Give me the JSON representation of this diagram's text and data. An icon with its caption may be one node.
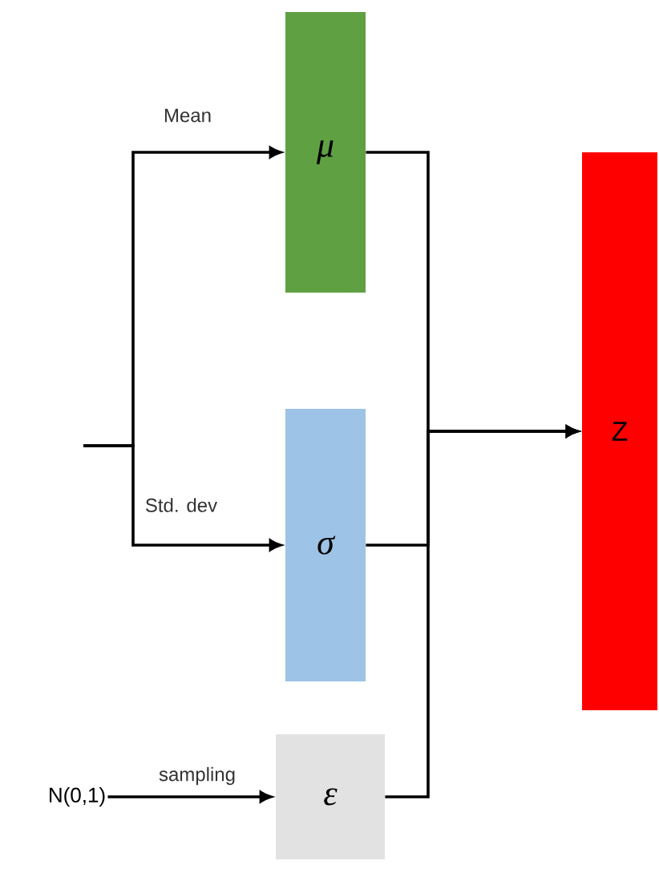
{
  "diagram": {
    "nodes": [
      {
        "text": [
          "μ"
        ]
      },
      {
        "text": [
          "σ"
        ]
      },
      {
        "text": [
          "ε"
        ]
      },
      {
        "text": [
          "Z"
        ]
      },
      {
        "text": [
          "N(0,1)"
        ]
      }
    ],
    "edges": [
      {
        "from": null,
        "to": 0,
        "arrow": "to",
        "label": "Mean"
      },
      {
        "from": null,
        "to": 1,
        "arrow": "to",
        "label": "Std. dev"
      },
      {
        "from": 0,
        "to": 3,
        "arrow": "to"
      },
      {
        "from": 1,
        "to": 3,
        "arrow": "to"
      },
      {
        "from": 2,
        "to": 3,
        "arrow": "to"
      },
      {
        "from": 4,
        "to": 2,
        "arrow": "to",
        "label": "sampling"
      }
    ]
  }
}
